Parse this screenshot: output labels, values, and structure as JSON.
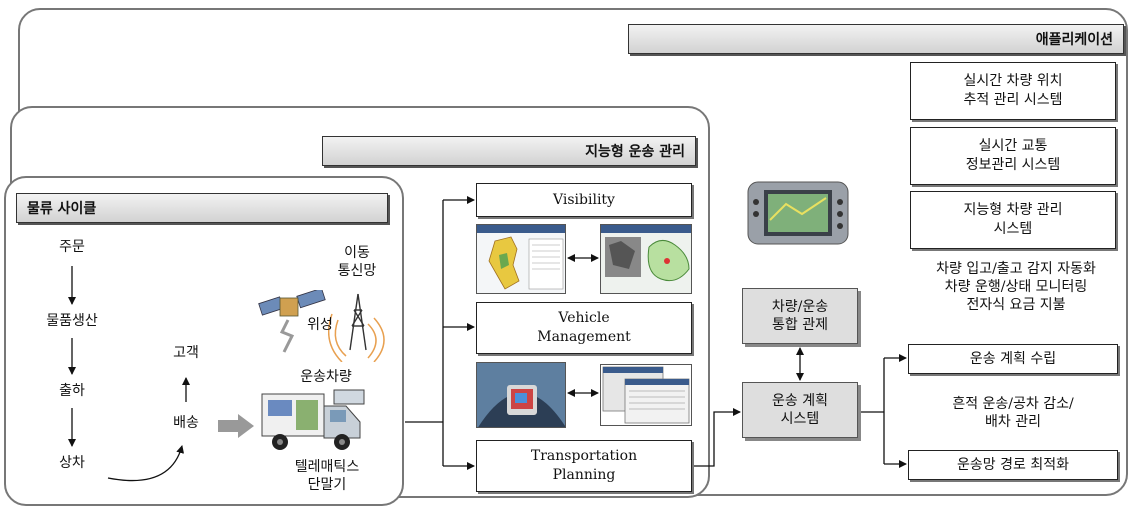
{
  "application": {
    "header": "애플리케이션",
    "boxes": [
      "실시간 차량 위치\n추적 관리 시스템",
      "실시간 교통\n정보관리 시스템",
      "지능형 차량 관리\n시스템"
    ],
    "features": "차량 입고/출고 감지 자동화\n차량 운행/상태 모니터링\n전자식 요금 지불",
    "plan_boxes": [
      "운송 계획 수립",
      "운송망 경로 최적화"
    ],
    "plan_note": "흔적 운송/공차 감소/\n배차 관리"
  },
  "intelligent_transport": {
    "header": "지능형 운송 관리",
    "boxes": [
      "Visibility",
      "Vehicle\nManagement",
      "Transportation\nPlanning"
    ],
    "control": "차량/운송\n통합 관제",
    "planning_system": "운송 계획\n시스템"
  },
  "logistics_cycle": {
    "header": "물류 사이클",
    "steps": [
      "주문",
      "물품생산",
      "출하",
      "상차"
    ],
    "delivery": "배송",
    "customer": "고객",
    "network": "이동\n통신망",
    "satellite": "위성",
    "vehicle": "운송차량",
    "terminal": "텔레매틱스\n단말기"
  }
}
